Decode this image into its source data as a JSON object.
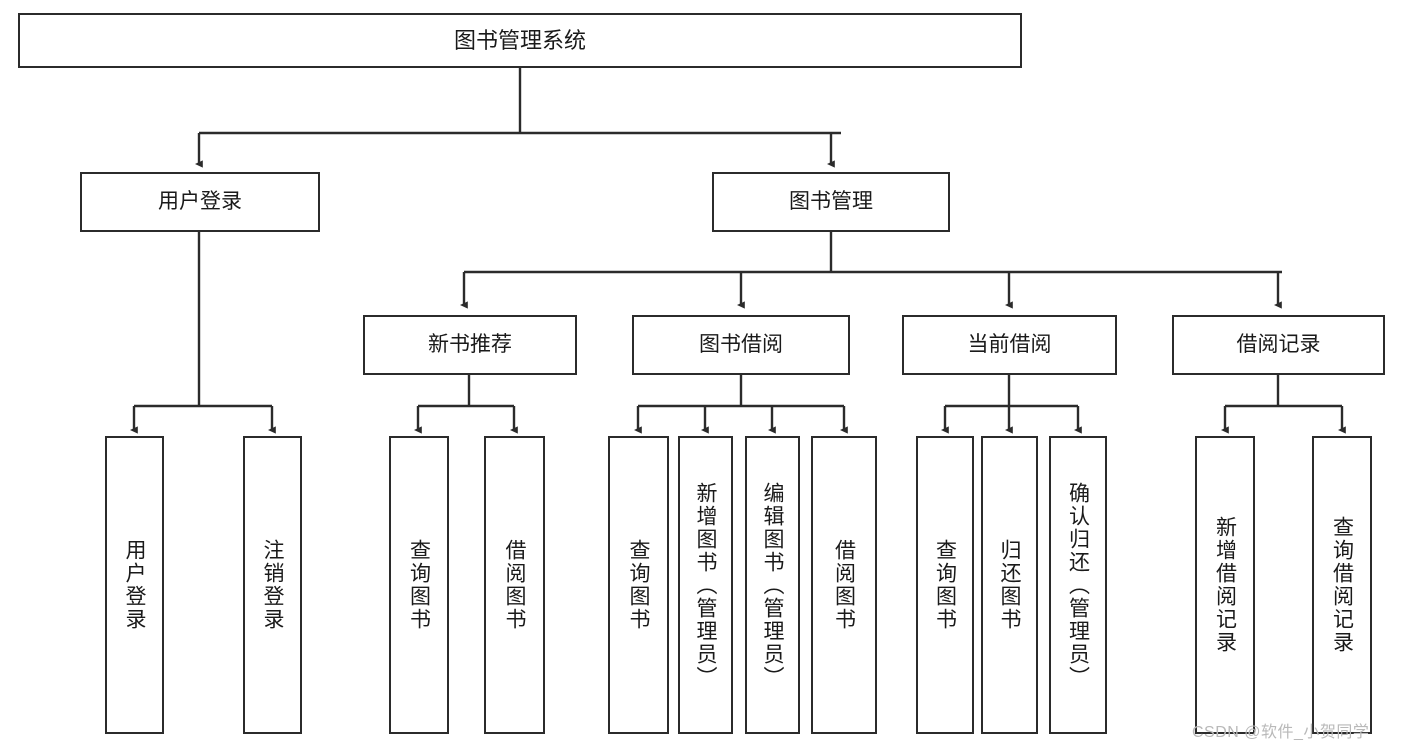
{
  "diagram": {
    "title": "图书管理系统",
    "root": {
      "id": "root",
      "label": "图书管理系统"
    },
    "level2": [
      {
        "id": "user-login",
        "label": "用户登录"
      },
      {
        "id": "book-manage",
        "label": "图书管理"
      }
    ],
    "level3": [
      {
        "id": "new-book-recommend",
        "label": "新书推荐"
      },
      {
        "id": "book-borrow",
        "label": "图书借阅"
      },
      {
        "id": "current-borrow",
        "label": "当前借阅"
      },
      {
        "id": "borrow-record",
        "label": "借阅记录"
      }
    ],
    "leaves": [
      {
        "id": "leaf-user-login",
        "label": "用户登录"
      },
      {
        "id": "leaf-logout",
        "label": "注销登录"
      },
      {
        "id": "leaf-query-book-1",
        "label": "查询图书"
      },
      {
        "id": "leaf-borrow-book-1",
        "label": "借阅图书"
      },
      {
        "id": "leaf-query-book-2",
        "label": "查询图书"
      },
      {
        "id": "leaf-add-book",
        "label": "新增图书（管理员）"
      },
      {
        "id": "leaf-edit-book",
        "label": "编辑图书（管理员）"
      },
      {
        "id": "leaf-borrow-book-2",
        "label": "借阅图书"
      },
      {
        "id": "leaf-query-book-3",
        "label": "查询图书"
      },
      {
        "id": "leaf-return-book",
        "label": "归还图书"
      },
      {
        "id": "leaf-confirm-return",
        "label": "确认归还（管理员）"
      },
      {
        "id": "leaf-add-record",
        "label": "新增借阅记录"
      },
      {
        "id": "leaf-query-record",
        "label": "查询借阅记录"
      }
    ]
  },
  "watermark": {
    "text": "CSDN @软件_小贺同学"
  },
  "colors": {
    "stroke": "#2b2b2b",
    "background": "#ffffff",
    "text": "#1a1a1a",
    "watermark": "#b9b9b9"
  }
}
